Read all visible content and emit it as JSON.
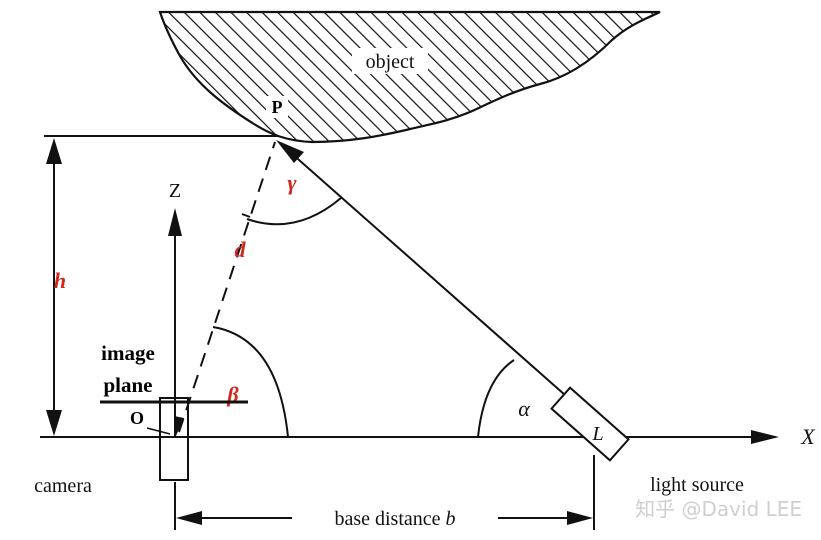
{
  "labels": {
    "object": "object",
    "point": "P",
    "gamma": "γ",
    "z_axis": "Z",
    "d": "d",
    "h": "h",
    "image_plane_line1": "image",
    "image_plane_line2": "plane",
    "beta": "β",
    "origin": "O",
    "alpha": "α",
    "light_letter": "L",
    "x_axis": "X",
    "camera": "camera",
    "light_source": "light source",
    "base_distance": "base distance",
    "base_var": "b"
  },
  "watermark": "知乎 @David LEE",
  "colors": {
    "line": "#111111",
    "variable_red": "#d0281e",
    "watermark": "#cfcfcf"
  }
}
